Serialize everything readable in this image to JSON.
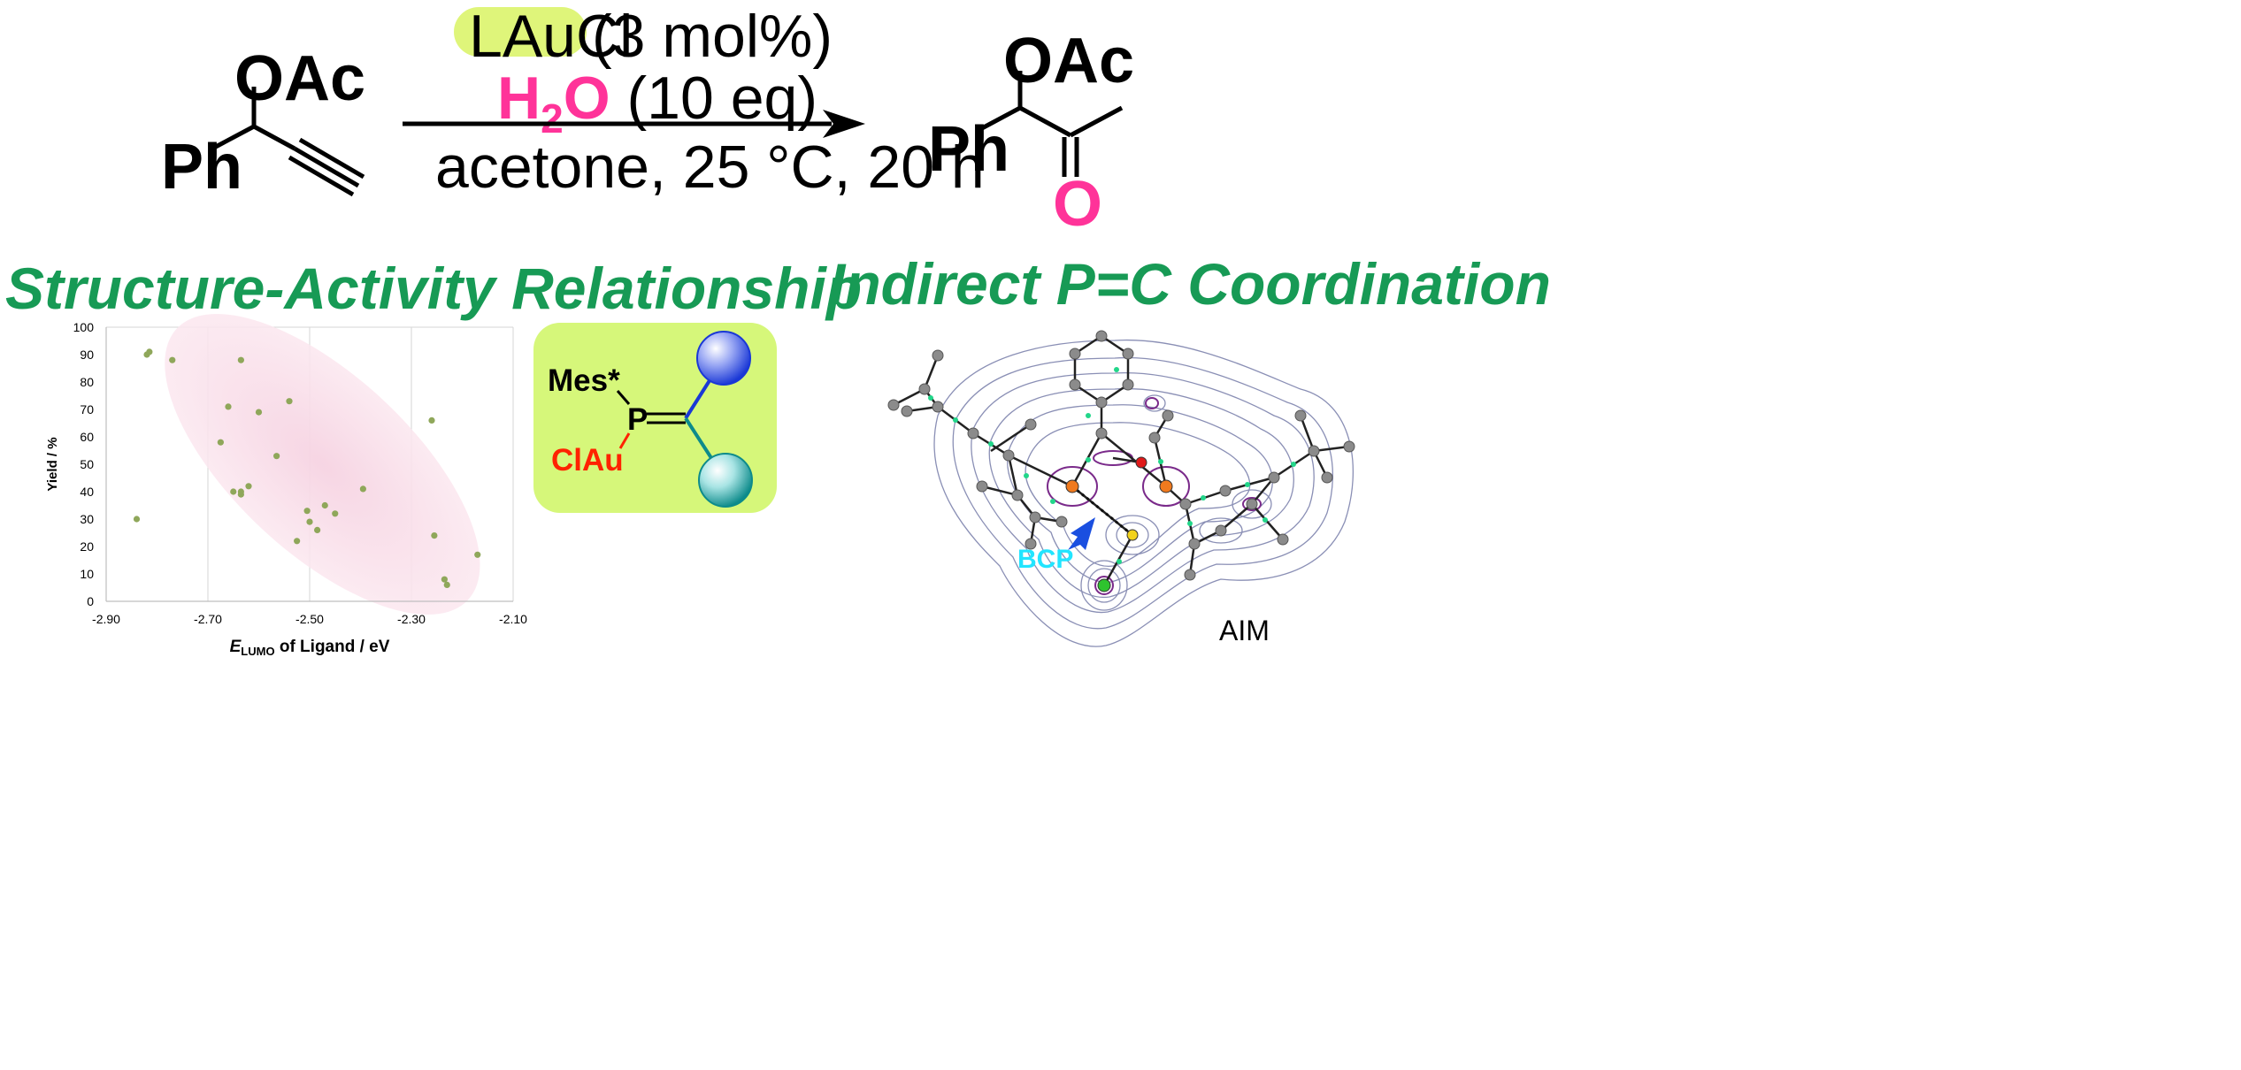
{
  "reaction": {
    "reactant": {
      "oac": "OAc",
      "ph": "Ph"
    },
    "conditions": {
      "catalyst": "LAuCl",
      "catalyst_amount": "(3 mol%)",
      "water_prefix": "H",
      "water_sub": "2",
      "water_suffix": "O",
      "water_amount": "(10 eq)",
      "line3": "acetone, 25 °C, 20 h"
    },
    "product": {
      "oac": "OAc",
      "ph": "Ph",
      "o": "O"
    }
  },
  "sections": {
    "left_title": "Structure-Activity Relationship",
    "right_title": "Indirect P=C Coordination"
  },
  "ligand": {
    "mes": "Mes*",
    "p": "P",
    "clau": "ClAu"
  },
  "aim": {
    "bcp_label": "BCP",
    "aim_label": "AIM"
  },
  "colors": {
    "heading": "#179a55",
    "highlight": "#dff57a",
    "water": "#ff3399",
    "points": "#8fa75a",
    "ellipse": "#f8dce9",
    "ligand_box": "#d6f77a",
    "clau": "#ff2200",
    "bcp": "#22e5ff"
  },
  "chart_data": {
    "type": "scatter",
    "xlabel_main": "E",
    "xlabel_sub": "LUMO",
    "xlabel_rest": " of Ligand / eV",
    "ylabel": "Yield / %",
    "xlim": [
      -2.9,
      -2.1
    ],
    "ylim": [
      0,
      100
    ],
    "x_ticks": [
      -2.9,
      -2.7,
      -2.5,
      -2.3,
      -2.1
    ],
    "x_tick_labels": [
      "-2.90",
      "-2.70",
      "-2.50",
      "-2.30",
      "-2.10"
    ],
    "y_ticks": [
      0,
      10,
      20,
      30,
      40,
      50,
      60,
      70,
      80,
      90,
      100
    ],
    "y_tick_labels": [
      "0",
      "10",
      "20",
      "30",
      "40",
      "50",
      "60",
      "70",
      "80",
      "90",
      "100"
    ],
    "grid": "vertical",
    "points": [
      {
        "x": -2.84,
        "y": 30
      },
      {
        "x": -2.82,
        "y": 90
      },
      {
        "x": -2.815,
        "y": 91
      },
      {
        "x": -2.77,
        "y": 88
      },
      {
        "x": -2.635,
        "y": 88
      },
      {
        "x": -2.66,
        "y": 71
      },
      {
        "x": -2.6,
        "y": 69
      },
      {
        "x": -2.54,
        "y": 73
      },
      {
        "x": -2.675,
        "y": 58
      },
      {
        "x": -2.565,
        "y": 53
      },
      {
        "x": -2.65,
        "y": 40
      },
      {
        "x": -2.635,
        "y": 39
      },
      {
        "x": -2.635,
        "y": 40
      },
      {
        "x": -2.62,
        "y": 42
      },
      {
        "x": -2.395,
        "y": 41
      },
      {
        "x": -2.505,
        "y": 33
      },
      {
        "x": -2.47,
        "y": 35
      },
      {
        "x": -2.45,
        "y": 32
      },
      {
        "x": -2.5,
        "y": 29
      },
      {
        "x": -2.485,
        "y": 26
      },
      {
        "x": -2.525,
        "y": 22
      },
      {
        "x": -2.26,
        "y": 66
      },
      {
        "x": -2.255,
        "y": 24
      },
      {
        "x": -2.17,
        "y": 17
      },
      {
        "x": -2.235,
        "y": 8
      },
      {
        "x": -2.23,
        "y": 6
      }
    ]
  }
}
